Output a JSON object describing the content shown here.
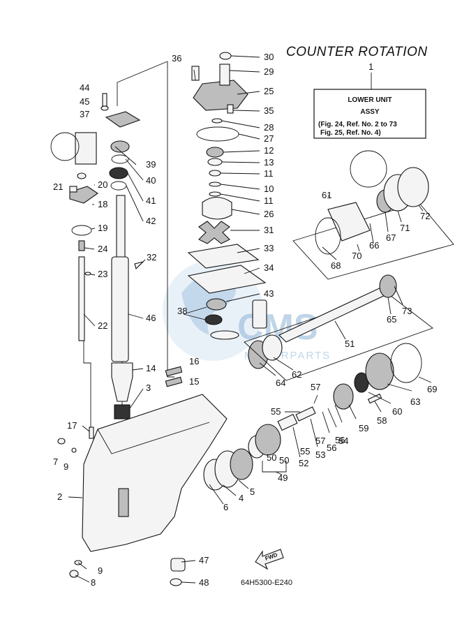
{
  "title": "COUNTER ROTATION",
  "assy_box": {
    "ref": "1",
    "line1": "LOWER UNIT",
    "line2": "ASSY",
    "line3": "(Fig. 24, Ref. No. 2 to 73",
    "line4": "Fig. 25, Ref. No. 4)"
  },
  "drawing_code": "64H5300-E240",
  "fwd_label": "FWD",
  "watermark": {
    "brand": "CMS",
    "sub": "MOTORPARTS"
  },
  "part_labels": [
    "30",
    "29",
    "25",
    "35",
    "28",
    "27",
    "12",
    "13",
    "11",
    "10",
    "11",
    "26",
    "31",
    "33",
    "34",
    "43",
    "38",
    "36",
    "44",
    "45",
    "37",
    "39",
    "40",
    "41",
    "42",
    "20",
    "21",
    "18",
    "19",
    "24",
    "23",
    "32",
    "22",
    "46",
    "14",
    "16",
    "15",
    "3",
    "17",
    "7",
    "9",
    "2",
    "9",
    "8",
    "47",
    "48",
    "6",
    "4",
    "5",
    "50",
    "50",
    "49",
    "52",
    "53",
    "55",
    "55",
    "57",
    "57",
    "56",
    "56",
    "54",
    "59",
    "58",
    "60",
    "63",
    "69",
    "64",
    "62",
    "51",
    "65",
    "73",
    "61",
    "68",
    "70",
    "66",
    "67",
    "71",
    "72"
  ]
}
